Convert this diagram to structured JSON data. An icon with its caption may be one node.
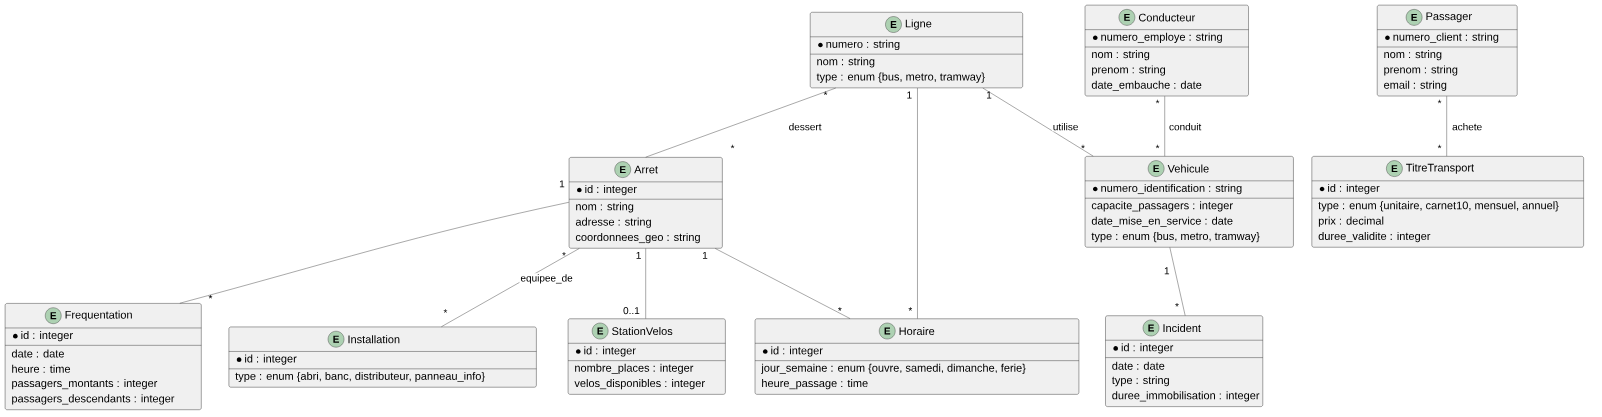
{
  "diagram": {
    "nodes": [
      {
        "text": [
          "E",
          "Ligne",
          "numero : string",
          "nom : string",
          "type : enum {bus, metro, tramway}"
        ]
      },
      {
        "text": [
          "E",
          "Conducteur",
          "numero_employe : string",
          "nom : string",
          "prenom : string",
          "date_embauche : date"
        ]
      },
      {
        "text": [
          "E",
          "Passager",
          "numero_client : string",
          "nom : string",
          "prenom : string",
          "email : string"
        ]
      },
      {
        "text": [
          "E",
          "Arret",
          "id : integer",
          "nom : string",
          "adresse : string",
          "coordonnees_geo : string"
        ]
      },
      {
        "text": [
          "E",
          "Vehicule",
          "numero_identification : string",
          "capacite_passagers : integer",
          "date_mise_en_service : date",
          "type : enum {bus, metro, tramway}"
        ]
      },
      {
        "text": [
          "E",
          "TitreTransport",
          "id : integer",
          "type : enum {unitaire, carnet10, mensuel, annuel}",
          "prix : decimal",
          "duree_validite : integer"
        ]
      },
      {
        "text": [
          "E",
          "Frequentation",
          "id : integer",
          "date : date",
          "heure : time",
          "passagers_montants : integer",
          "passagers_descendants : integer"
        ]
      },
      {
        "text": [
          "E",
          "Installation",
          "id : integer",
          "type : enum {abri, banc, distributeur, panneau_info}"
        ]
      },
      {
        "text": [
          "E",
          "StationVelos",
          "id : integer",
          "nombre_places : integer",
          "velos_disponibles : integer"
        ]
      },
      {
        "text": [
          "E",
          "Horaire",
          "id : integer",
          "jour_semaine : enum {ouvre, samedi, dimanche, ferie}",
          "heure_passage : time"
        ]
      },
      {
        "text": [
          "E",
          "Incident",
          "id : integer",
          "date : date",
          "type : string",
          "duree_immobilisation : integer"
        ]
      }
    ],
    "edges": [
      {
        "from": 0,
        "to": 3,
        "arrow": "none",
        "label": "dessert"
      },
      {
        "from": 0,
        "to": 9,
        "arrow": "none"
      },
      {
        "from": 0,
        "to": 4,
        "arrow": "none",
        "label": "utilise"
      },
      {
        "from": 1,
        "to": 4,
        "arrow": "none",
        "label": "conduit"
      },
      {
        "from": 2,
        "to": 5,
        "arrow": "none",
        "label": "achete"
      },
      {
        "from": 3,
        "to": 6,
        "arrow": "none"
      },
      {
        "from": 3,
        "to": 7,
        "arrow": "none",
        "label": "equipee_de"
      },
      {
        "from": 3,
        "to": 8,
        "arrow": "none"
      },
      {
        "from": 3,
        "to": 9,
        "arrow": "none"
      },
      {
        "from": 4,
        "to": 10,
        "arrow": "none"
      }
    ],
    "labels": [
      "*",
      "1",
      "1",
      "*",
      "*",
      "*",
      "*",
      "*",
      "*",
      "1",
      "*",
      "1",
      "1",
      "1",
      "*",
      "*",
      "0..1",
      "*",
      "*",
      "*"
    ]
  }
}
